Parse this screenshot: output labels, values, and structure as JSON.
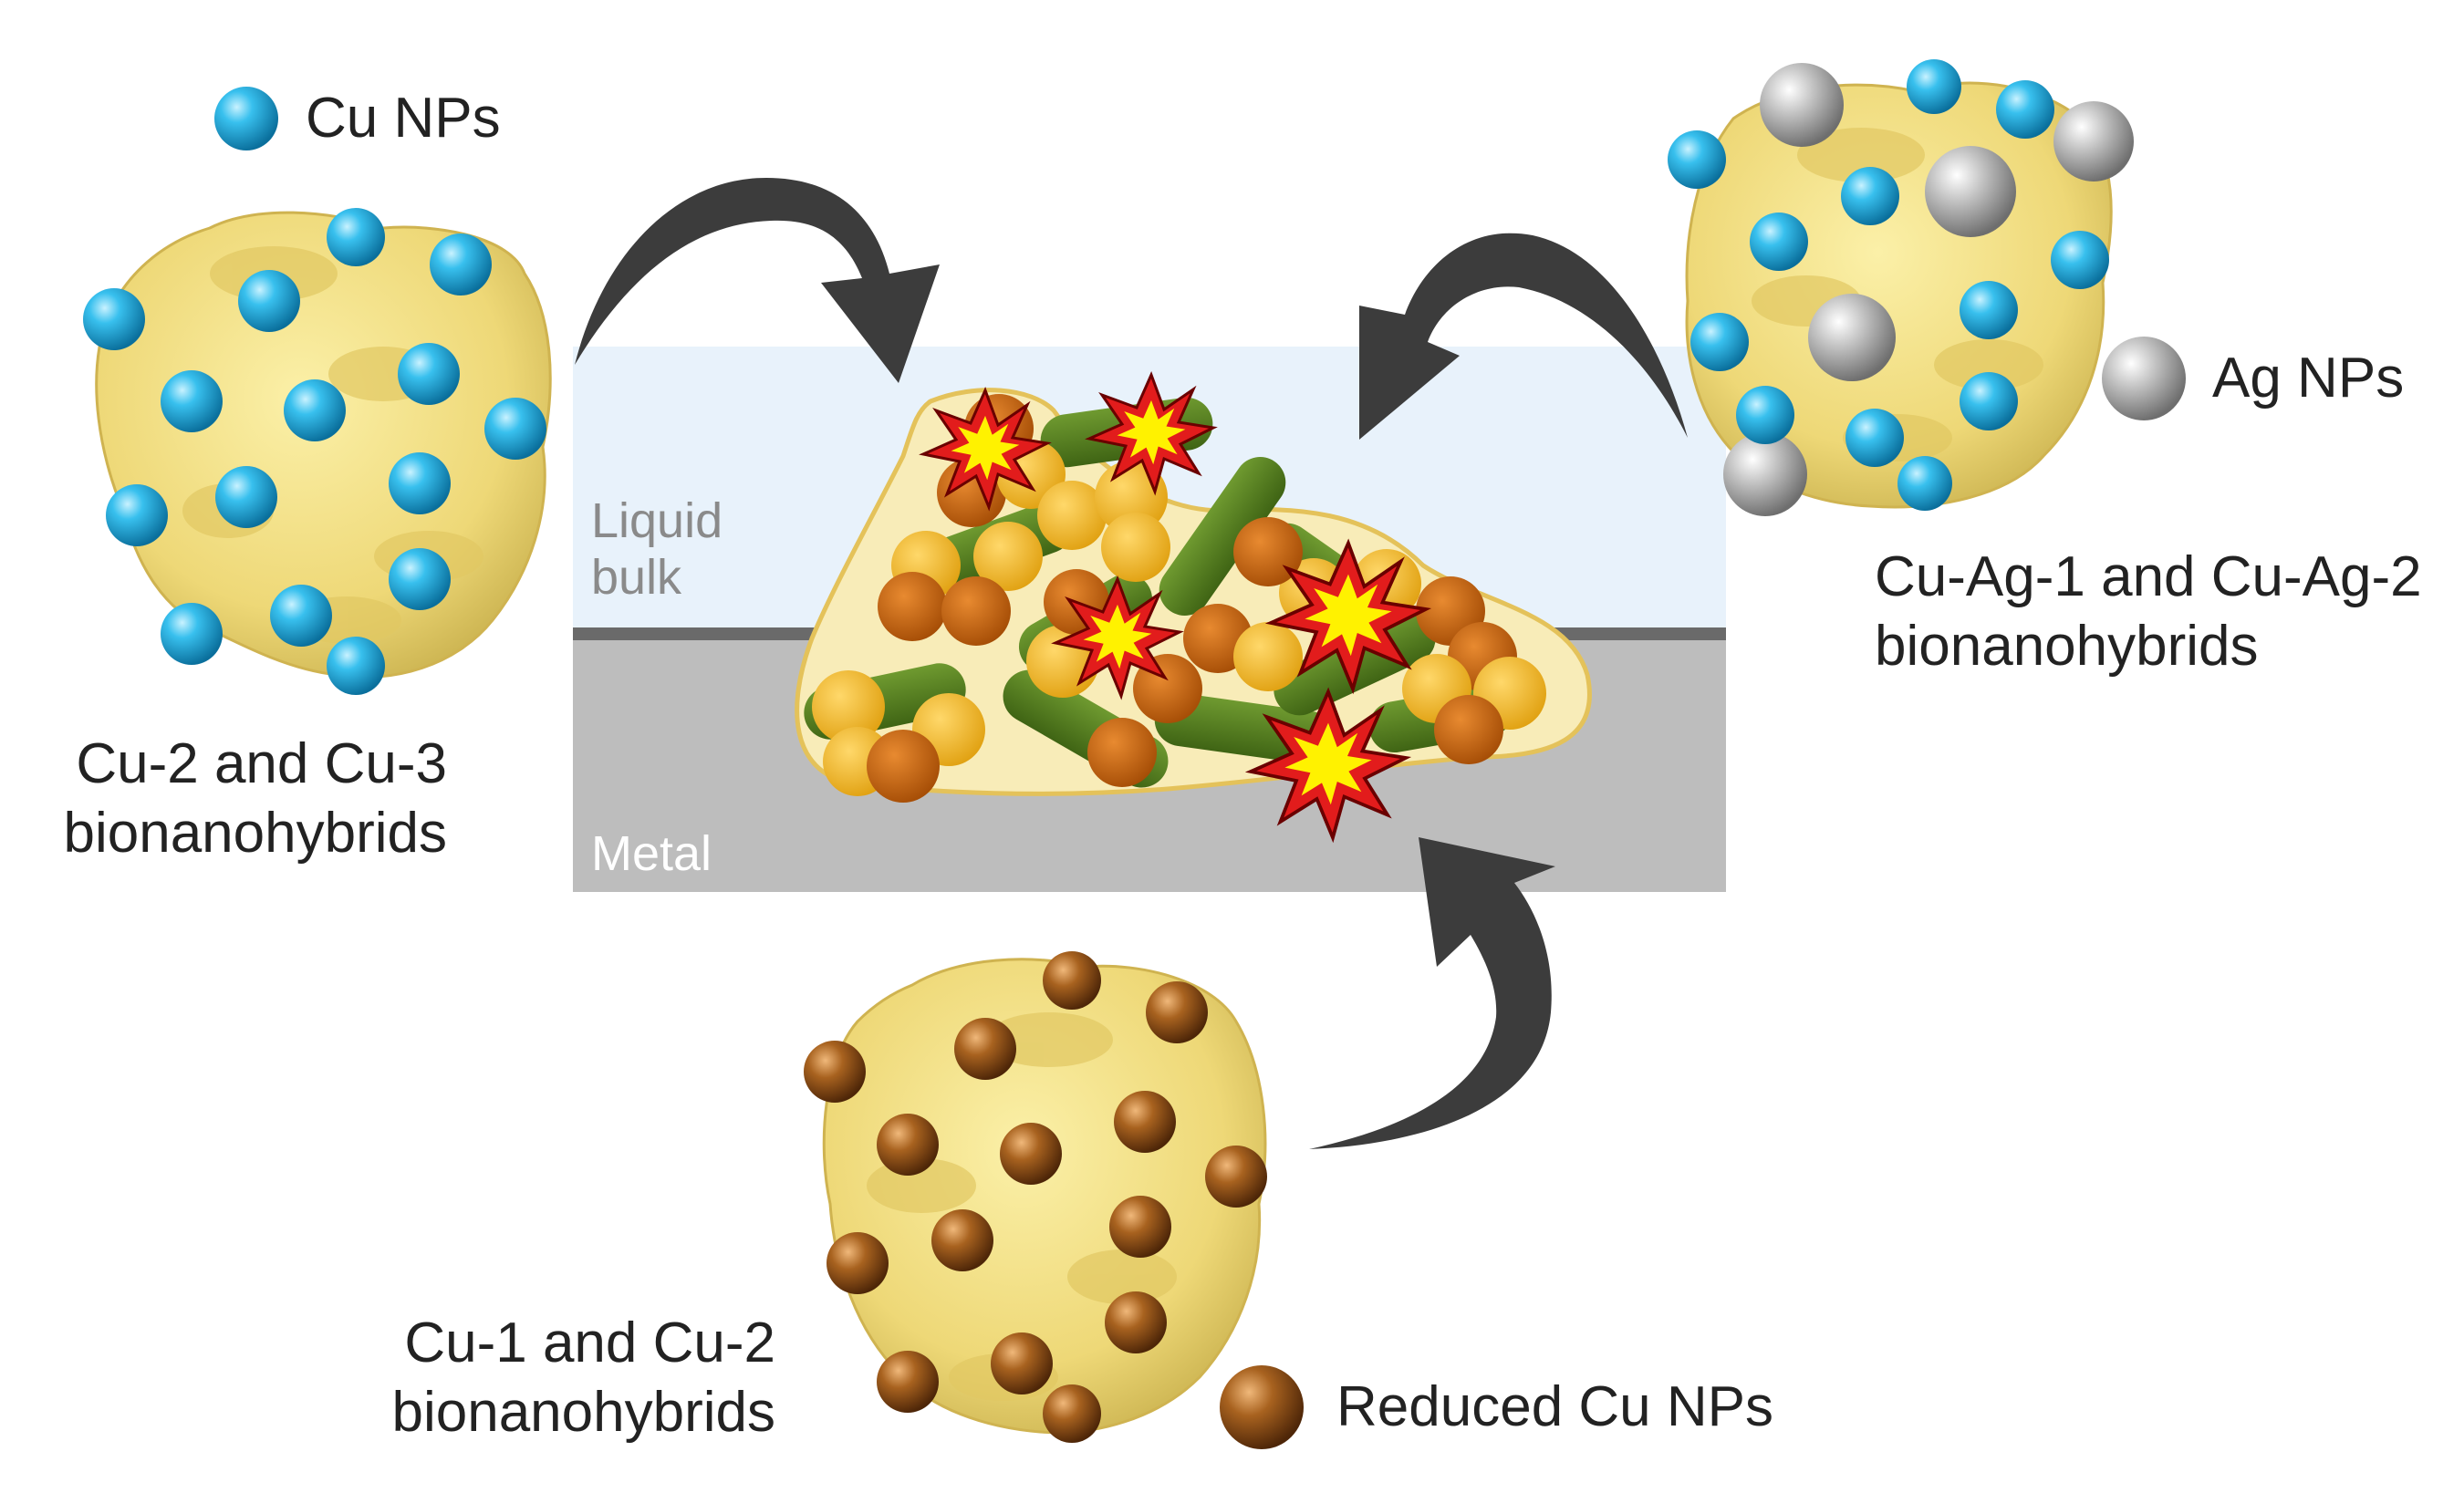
{
  "legend": {
    "cu_nps": "Cu NPs",
    "ag_nps": "Ag NPs",
    "reduced_cu_nps": "Reduced Cu NPs"
  },
  "captions": {
    "top_left": [
      "Cu-2 and Cu-3",
      "bionanohybrids"
    ],
    "top_right": [
      "Cu-Ag-1 and Cu-Ag-2",
      "bionanohybrids"
    ],
    "bottom": [
      "Cu-1 and Cu-2",
      "bionanohybrids"
    ]
  },
  "zones": {
    "liquid": [
      "Liquid",
      "bulk"
    ],
    "metal": "Metal"
  },
  "colors": {
    "cu_np": "#1aa6d8",
    "ag_np": "#b4b4b4",
    "reduced_cu_np": "#9a5a1e",
    "protein": "#f0dc78",
    "liquid": "#e8f2fb",
    "metal": "#bdbdbd",
    "biofilm_rod": "#4e7a1e",
    "biofilm_cocci_light": "#f2b62a",
    "biofilm_cocci_dark": "#c8640a",
    "arrow": "#3c3c3c",
    "burst": "#e02020"
  },
  "icons": [
    "curved-arrow-icon",
    "burst-icon",
    "nanoparticle-sphere-icon"
  ]
}
